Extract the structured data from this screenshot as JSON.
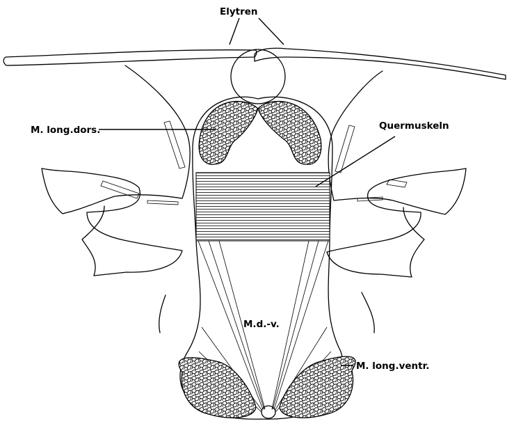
{
  "labels": {
    "elytren": "Elytren",
    "m_long_dors": "M. long.dors.",
    "quermuskeln": "Quermuskeln",
    "m_d_v": "M.d.-v.",
    "m_long_ventr": "M. long.ventr."
  },
  "colors": {
    "ink": "#000000",
    "paper": "#ffffff"
  }
}
